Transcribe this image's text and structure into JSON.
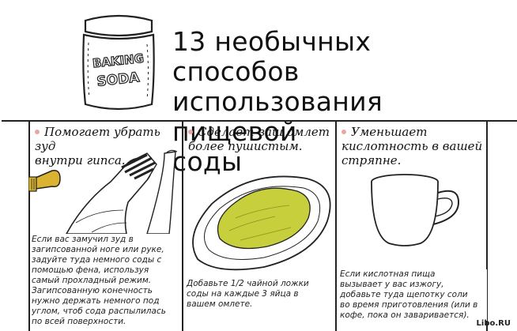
{
  "header": {
    "jar_label_line1": "BAKING",
    "jar_label_line2": "SODA",
    "title_line1": "13 необычных способов",
    "title_line2": "использования пищевой",
    "title_line3": "соды"
  },
  "panels": [
    {
      "heading_line1": "Помогает убрать зуд",
      "heading_line2": "внутри гипса.",
      "caption_lines": [
        "Если вас замучил зуд в",
        "загипсованной ноге или руке,",
        "задуйте туда немного соды с",
        "помощью фена, используя",
        "самый прохладный режим.",
        "Загипсованную конечность",
        "нужно держать немного под",
        "углом, чтоб сода распылилась",
        "по всей поверхности."
      ]
    },
    {
      "heading_line1": "Сделает ваш омлет",
      "heading_line2": "более пушистым.",
      "caption_lines": [
        "Добавьте 1/2 чайной ложки",
        "соды на каждые 3 яйца в",
        "вашем омлете."
      ]
    },
    {
      "heading_line1": "Уменьшает",
      "heading_line2": "кислотность в вашей",
      "heading_line3": "стряпне.",
      "caption_lines": [
        "Если кислотная пища",
        "вызывает у вас изжогу,",
        "добавьте туда щепотку соли",
        "во время приготовления (или в",
        "кофе, пока он заваривается)."
      ]
    }
  ],
  "footer": {
    "site": "Libo.RU"
  },
  "colors": {
    "omelette": "#c8cf3c",
    "bullet": "#e8a7a0",
    "ink": "#1a1a1a"
  }
}
